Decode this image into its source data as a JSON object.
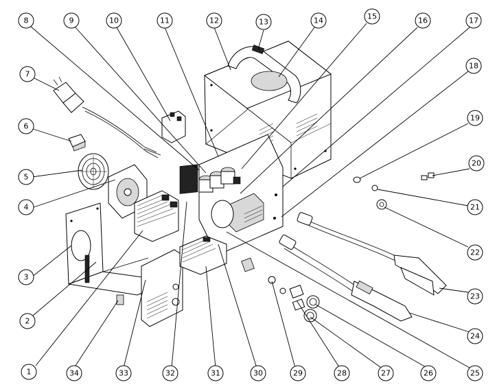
{
  "callouts": [
    {
      "number": "1"
    },
    {
      "number": "2"
    },
    {
      "number": "3"
    },
    {
      "number": "4"
    },
    {
      "number": "5"
    },
    {
      "number": "6"
    },
    {
      "number": "7"
    },
    {
      "number": "8"
    },
    {
      "number": "9"
    },
    {
      "number": "10"
    },
    {
      "number": "11"
    },
    {
      "number": "12"
    },
    {
      "number": "13"
    },
    {
      "number": "14"
    },
    {
      "number": "15"
    },
    {
      "number": "16"
    },
    {
      "number": "17"
    },
    {
      "number": "18"
    },
    {
      "number": "19"
    },
    {
      "number": "20"
    },
    {
      "number": "21"
    },
    {
      "number": "22"
    },
    {
      "number": "23"
    },
    {
      "number": "24"
    },
    {
      "number": "25"
    },
    {
      "number": "26"
    },
    {
      "number": "27"
    },
    {
      "number": "28"
    },
    {
      "number": "29"
    },
    {
      "number": "30"
    },
    {
      "number": "31"
    },
    {
      "number": "32"
    },
    {
      "number": "33"
    },
    {
      "number": "34"
    }
  ]
}
